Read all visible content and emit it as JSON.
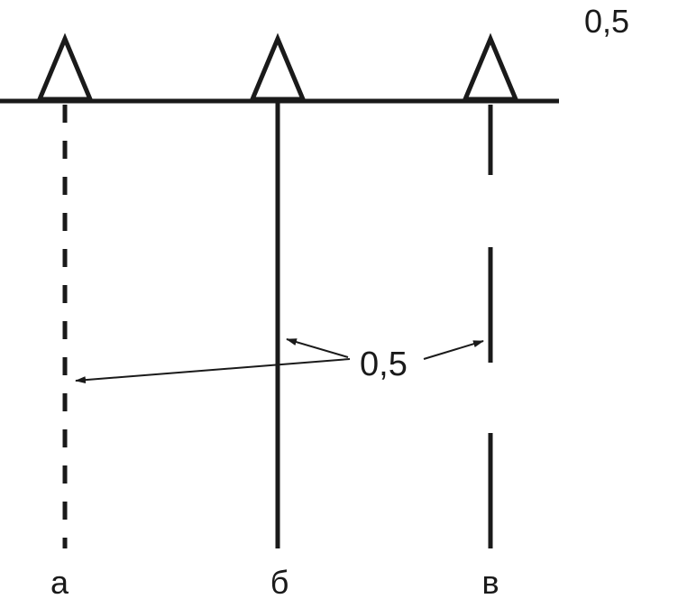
{
  "diagram": {
    "corner_value": "0,5",
    "callout_value": "0,5",
    "line_labels": [
      "а",
      "б",
      "в"
    ],
    "line_styles": [
      "short-dash",
      "solid",
      "long-dash"
    ],
    "line_color": "#1a1a1a",
    "background": "#ffffff"
  }
}
